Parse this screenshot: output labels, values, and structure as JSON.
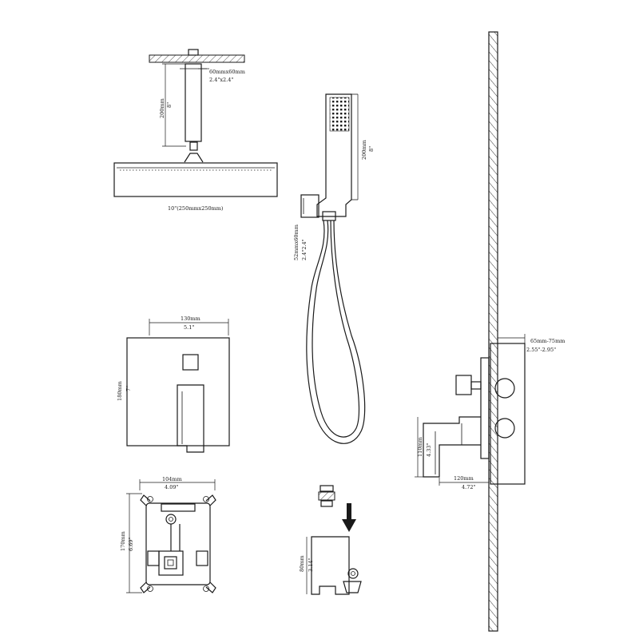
{
  "rain_head": {
    "arm_size_mm": "60mmx60mm",
    "arm_size_in": "2.4\"x2.4\"",
    "arm_length_mm": "200mm",
    "arm_length_in": "8\"",
    "head_size": "10\"(250mmx250mm)"
  },
  "hand_shower": {
    "length_mm": "200mm",
    "length_in": "8\"",
    "holder_mm": "52mmx60mm",
    "holder_in": "2.4\"2.4\""
  },
  "trim_plate": {
    "width_mm": "130mm",
    "width_in": "5.1\"",
    "height_mm": "180mm",
    "height_in": "7\""
  },
  "valve_box": {
    "width_mm": "104mm",
    "width_in": "4.09\"",
    "height_mm": "170mm",
    "height_in": "6.69\""
  },
  "wall_holder": {
    "height_mm": "80mm",
    "height_in": "3.14\""
  },
  "side_view": {
    "depth_mm": "65mm-75mm",
    "depth_in": "2.55\"-2.95\"",
    "handle_height_mm": "110mm",
    "handle_height_in": "4.33\"",
    "handle_reach_mm": "120mm",
    "handle_reach_in": "4.72\""
  }
}
